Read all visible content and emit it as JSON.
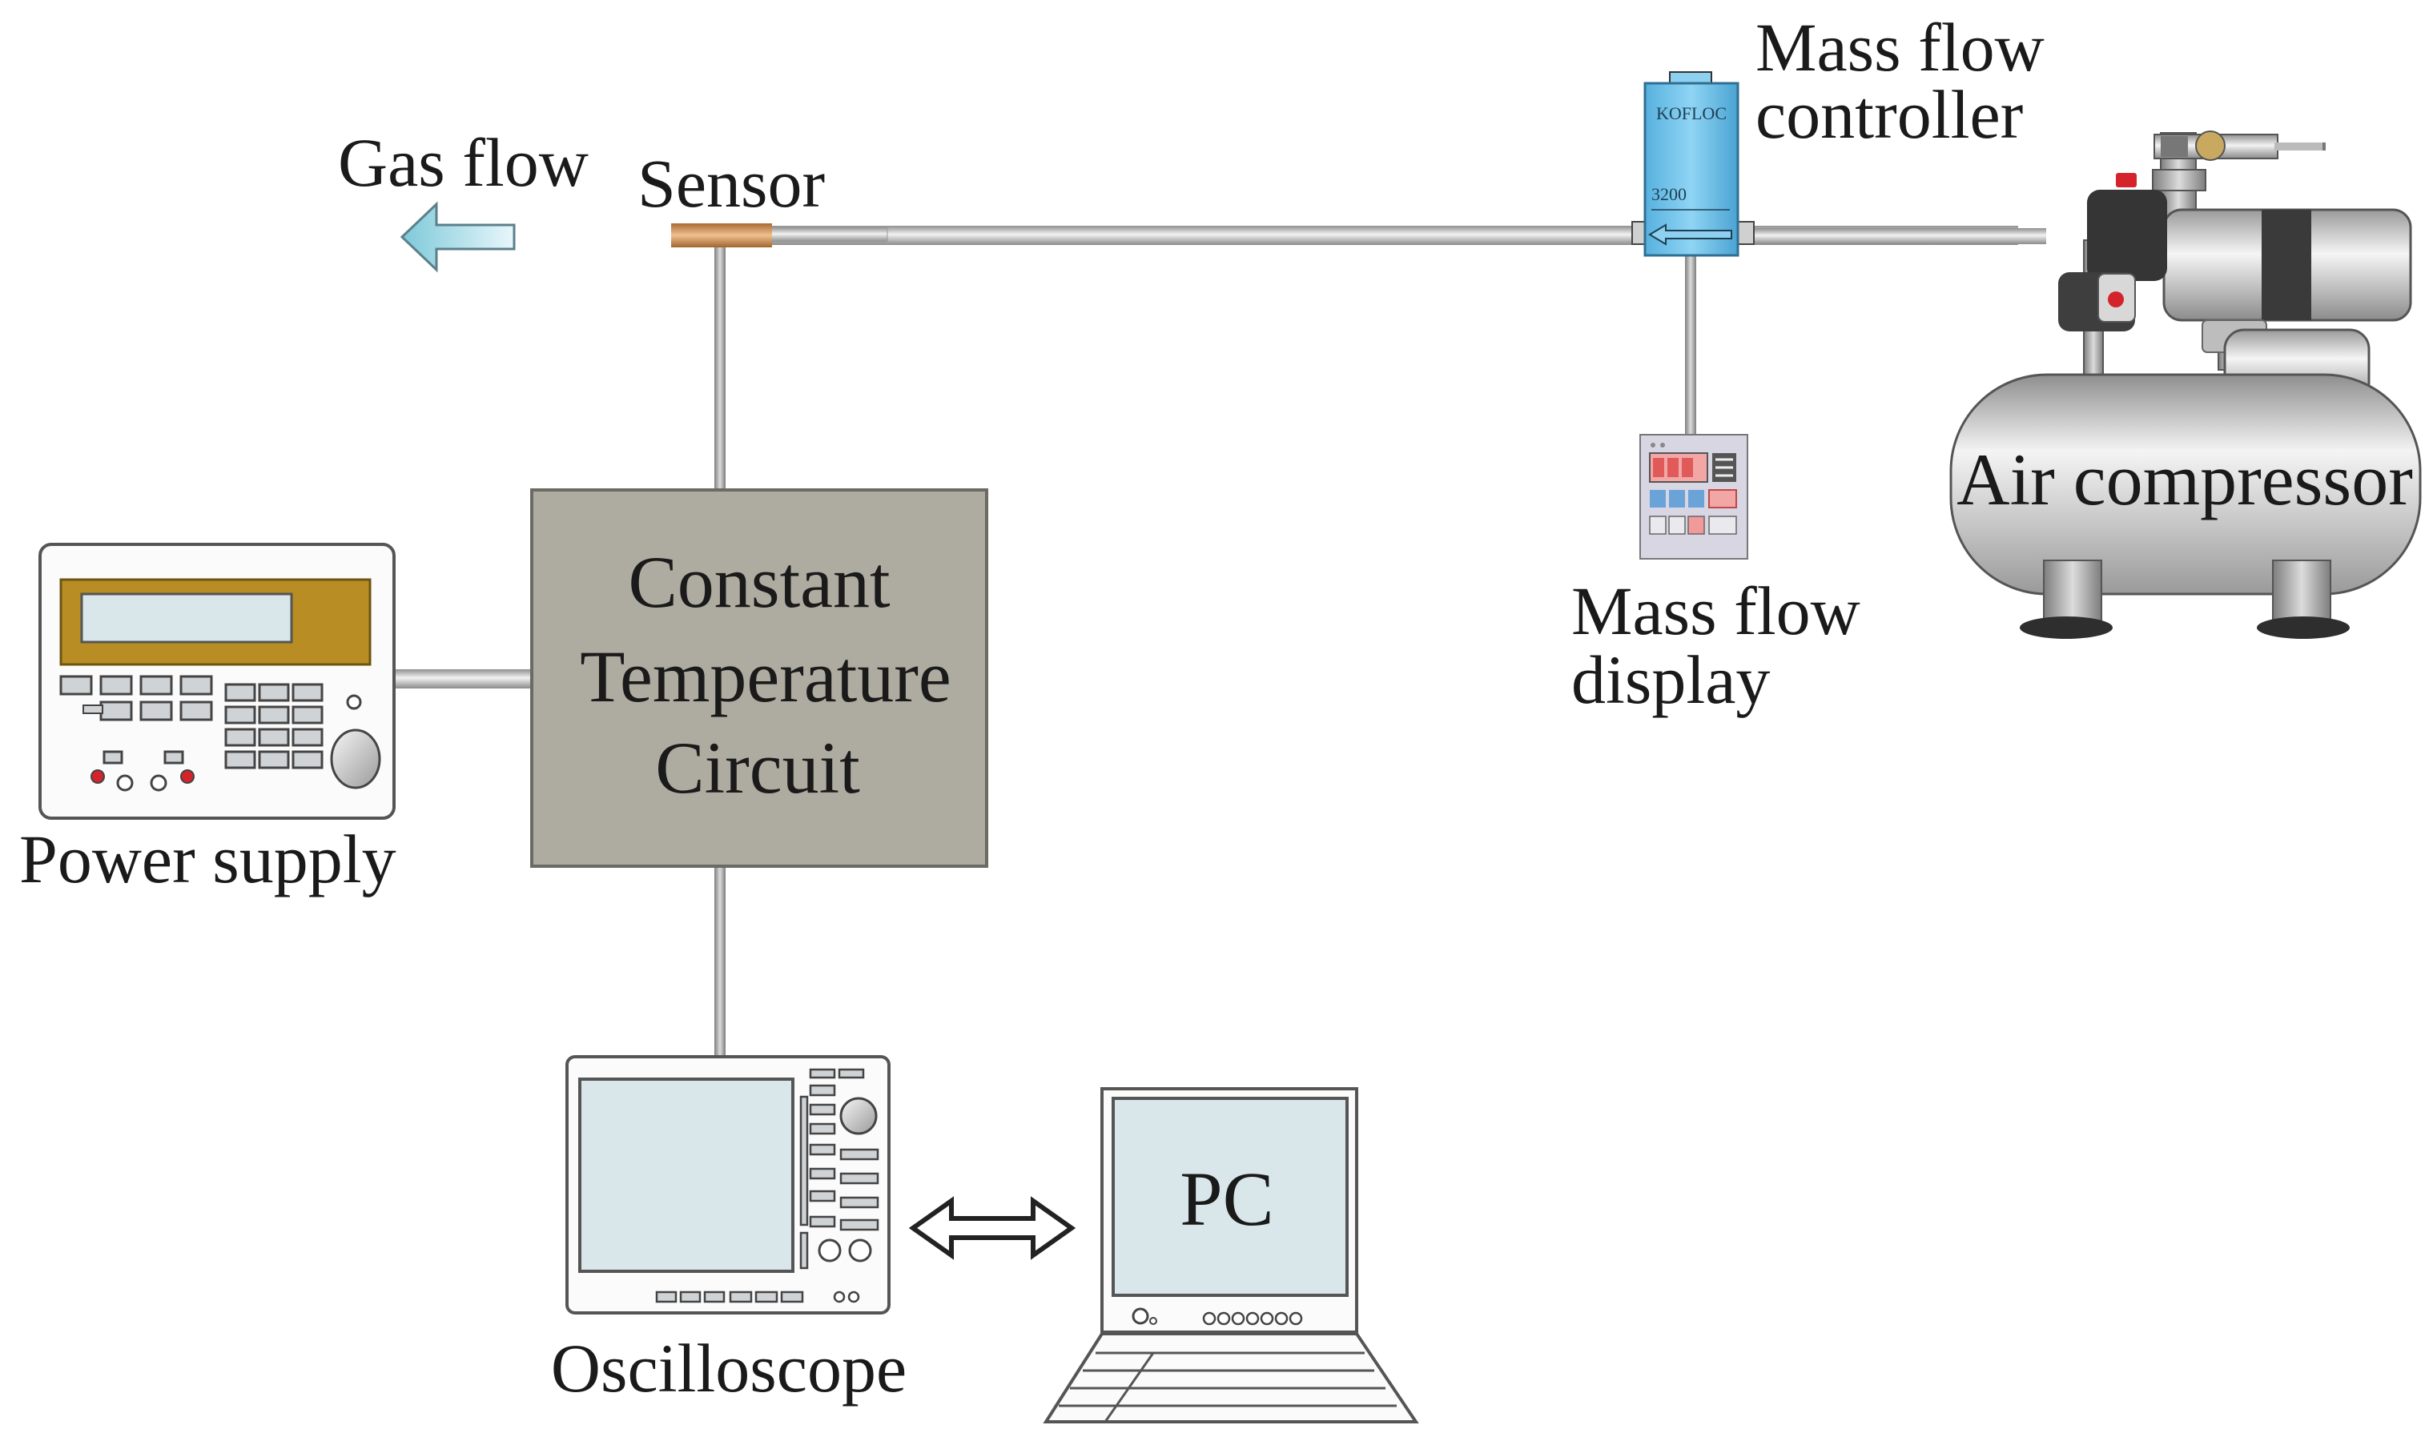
{
  "labels": {
    "gas_flow": "Gas flow",
    "sensor": "Sensor",
    "mfc_line1": "Mass flow",
    "mfc_line2": "controller",
    "air_compressor": "Air compressor",
    "mfd_line1": "Mass flow",
    "mfd_line2": "display",
    "ctc_line1": "Constant",
    "ctc_line2": "Temperature",
    "ctc_line3": "Circuit",
    "power_supply": "Power supply",
    "oscilloscope": "Oscilloscope",
    "pc": "PC"
  },
  "device_text": {
    "mfc_brand": "KOFLOC",
    "mfc_model": "3200"
  },
  "colors": {
    "circuit_box": "#aeaba0",
    "mfc_body": "#6cc2ec",
    "flow_arrow": "#a9dfe9",
    "sensor_tip": "#c98a52",
    "power_supply_panel": "#b88d23",
    "screen": "#d9e7ea",
    "compressor_tank": "#d2d2d2",
    "valve_dark": "#3b3b3b",
    "indicator_red": "#d4232b"
  }
}
